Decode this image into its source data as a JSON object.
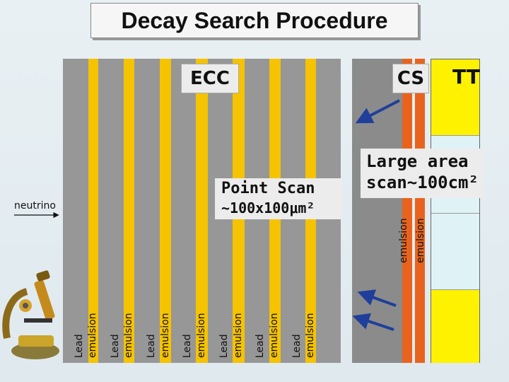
{
  "title": "Decay Search Procedure",
  "labels": {
    "ecc": "ECC",
    "cs": "CS",
    "tt": "TT",
    "neutrino": "neutrino",
    "point_scan_line1": "Point Scan",
    "point_scan_line2": "~100x100μm²",
    "large_area_line1": "Large area",
    "large_area_line2": "scan~100cm²"
  },
  "ecc_stack": [
    {
      "lead": "Lead",
      "emulsion": "emulsion"
    },
    {
      "lead": "Lead",
      "emulsion": "emulsion"
    },
    {
      "lead": "Lead",
      "emulsion": "emulsion"
    },
    {
      "lead": "Lead",
      "emulsion": "emulsion"
    },
    {
      "lead": "Lead",
      "emulsion": "emulsion"
    },
    {
      "lead": "Lead",
      "emulsion": "emulsion"
    },
    {
      "lead": "Lead",
      "emulsion": "emulsion"
    }
  ],
  "cs_emulsion": [
    "emulsion",
    "emulsion"
  ],
  "colors": {
    "lead": "#979797",
    "emulsion": "#f5c300",
    "cs_emulsion": "#e8641e",
    "tt_yellow": "#fff200",
    "tt_blue": "#dff3f6",
    "arrow": "#1f3f9a"
  }
}
